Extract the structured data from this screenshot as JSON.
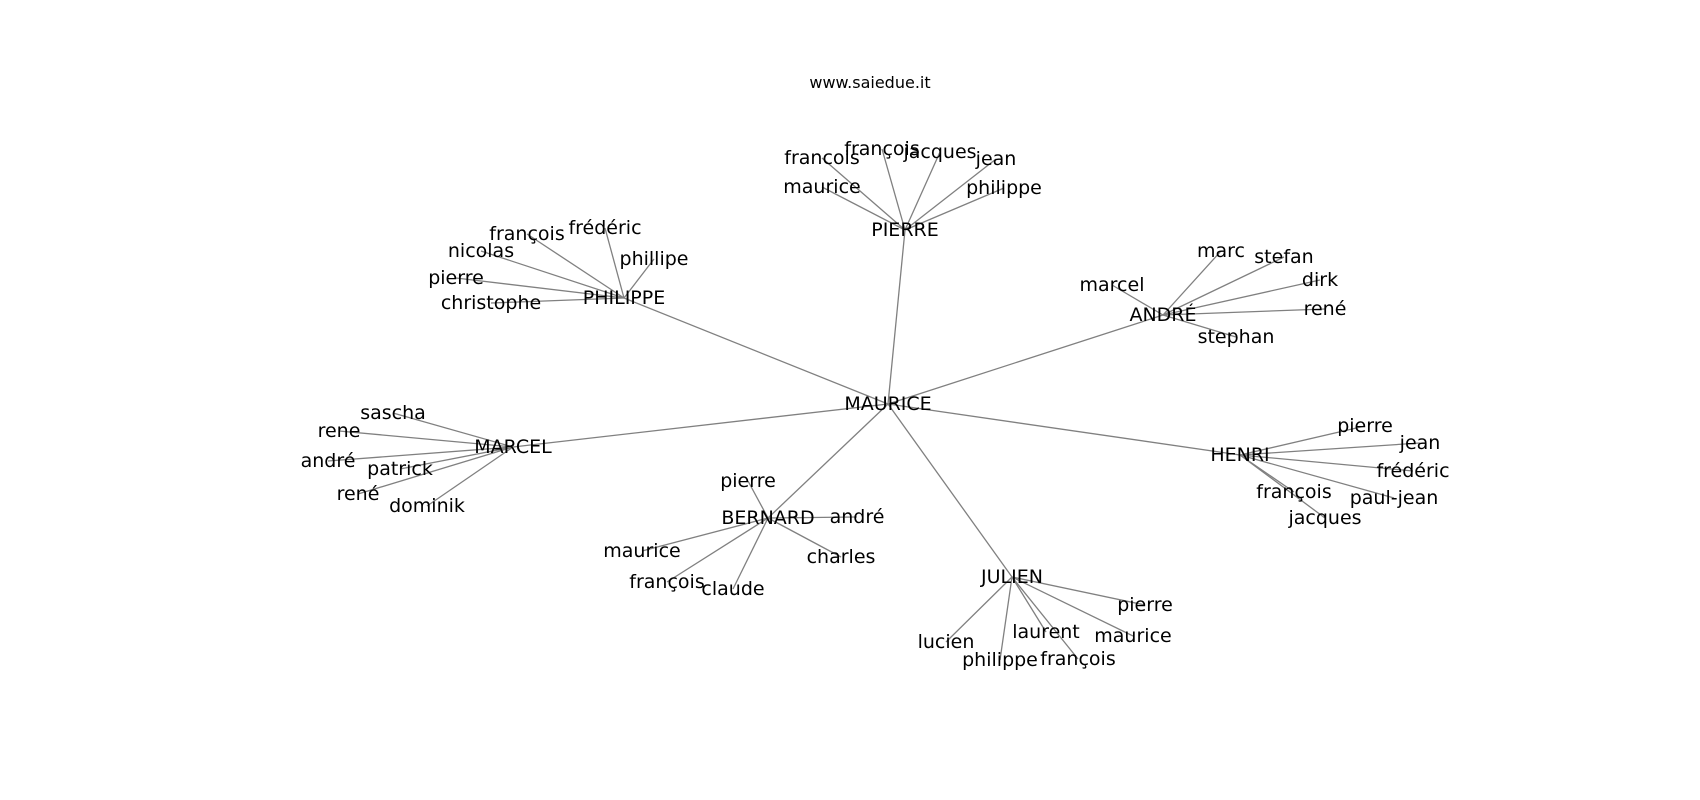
{
  "title": "www.saiedue.it",
  "colors": {
    "edge": "#808080",
    "text": "#000000",
    "background": "#ffffff"
  },
  "graph": {
    "root": "MAURICE",
    "hubs": [
      {
        "name": "PIERRE",
        "leaves": [
          "françois",
          "francois",
          "jacques",
          "jean",
          "maurice",
          "philippe"
        ]
      },
      {
        "name": "PHILIPPE",
        "leaves": [
          "frédéric",
          "françois",
          "nicolas",
          "phillipe",
          "pierre",
          "christophe"
        ]
      },
      {
        "name": "ANDRÉ",
        "leaves": [
          "marc",
          "stefan",
          "marcel",
          "dirk",
          "rené",
          "stephan"
        ]
      },
      {
        "name": "MARCEL",
        "leaves": [
          "sascha",
          "rene",
          "andré",
          "patrick",
          "rené",
          "dominik"
        ]
      },
      {
        "name": "HENRI",
        "leaves": [
          "pierre",
          "jean",
          "frédéric",
          "françois",
          "paul-jean",
          "jacques"
        ]
      },
      {
        "name": "BERNARD",
        "leaves": [
          "pierre",
          "andré",
          "maurice",
          "charles",
          "françois",
          "claude"
        ]
      },
      {
        "name": "JULIEN",
        "leaves": [
          "pierre",
          "laurent",
          "maurice",
          "lucien",
          "philippe",
          "françois"
        ]
      }
    ]
  }
}
